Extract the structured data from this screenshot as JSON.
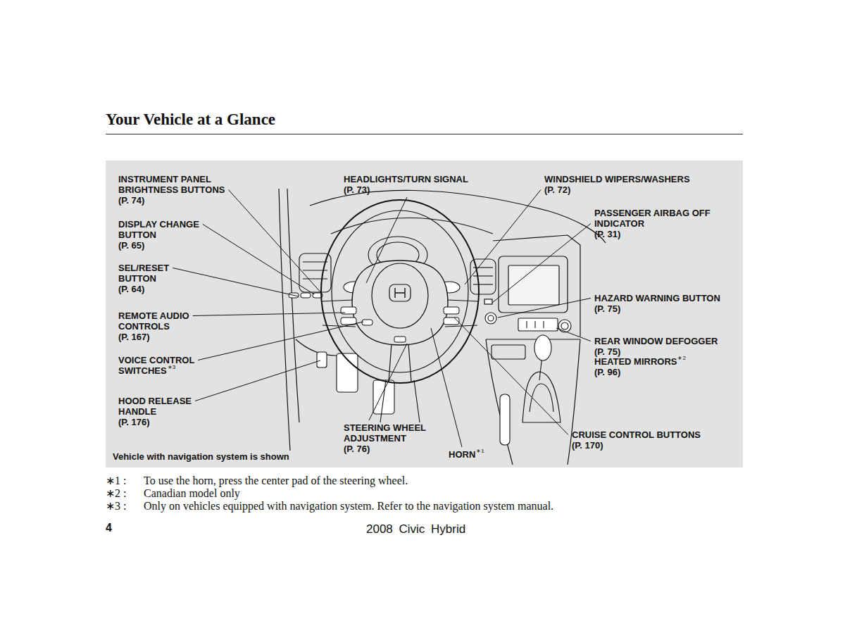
{
  "diagram": {
    "title": "Your Vehicle at a Glance",
    "nodes": [
      {
        "text": [
          "Vehicle with navigation system is shown"
        ]
      }
    ],
    "labels": [
      "INSTRUMENT PANEL BRIGHTNESS BUTTONS",
      "(P. 74)",
      "DISPLAY CHANGE BUTTON",
      "(P. 65)",
      "SEL/RESET BUTTON",
      "(P. 64)",
      "REMOTE AUDIO CONTROLS",
      "(P. 167)",
      "VOICE CONTROL SWITCHES",
      "∗3",
      "HOOD RELEASE HANDLE",
      "(P. 176)",
      "HEADLIGHTS/TURN SIGNAL",
      "(P. 73)",
      "STEERING WHEEL ADJUSTMENT",
      "(P. 76)",
      "HORN",
      "∗1",
      "WINDSHIELD WIPERS/WASHERS",
      "(P. 72)",
      "PASSENGER AIRBAG OFF INDICATOR",
      "(P. 31)",
      "HAZARD WARNING BUTTON",
      "(P. 75)",
      "REAR WINDOW DEFOGGER",
      "(P. 75)",
      "HEATED MIRRORS",
      "∗2",
      "(P. 96)",
      "CRUISE CONTROL BUTTONS",
      "(P. 170)",
      "∗1 :",
      "To use the horn, press the center pad of the steering wheel.",
      "∗2 :",
      "Canadian model only",
      "∗3 :",
      "Only on vehicles equipped with navigation system. Refer to the navigation system manual.",
      "4",
      "2008 Civic Hybrid"
    ]
  }
}
